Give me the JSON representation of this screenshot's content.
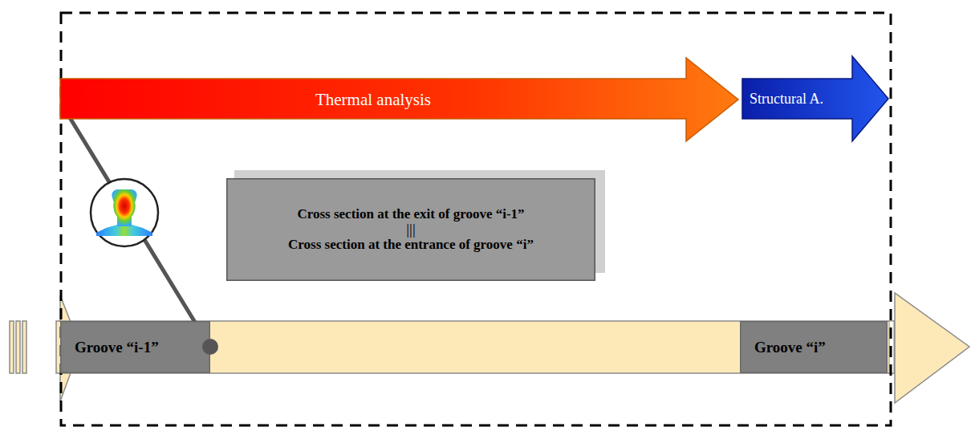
{
  "diagram": {
    "nodes": [
      {
        "text": [
          "Thermal analysis"
        ]
      },
      {
        "text": [
          "Structural A."
        ]
      },
      {
        "text": [
          "Cross section at the exit of groove “i-1”",
          "|||",
          "Cross section at the entrance of groove “i”"
        ]
      },
      {
        "text": [
          "Groove “i-1”"
        ]
      },
      {
        "text": [
          "Groove “i”"
        ]
      }
    ],
    "edges": [
      {
        "from": 3,
        "to": 0,
        "arrow": "none"
      }
    ]
  }
}
